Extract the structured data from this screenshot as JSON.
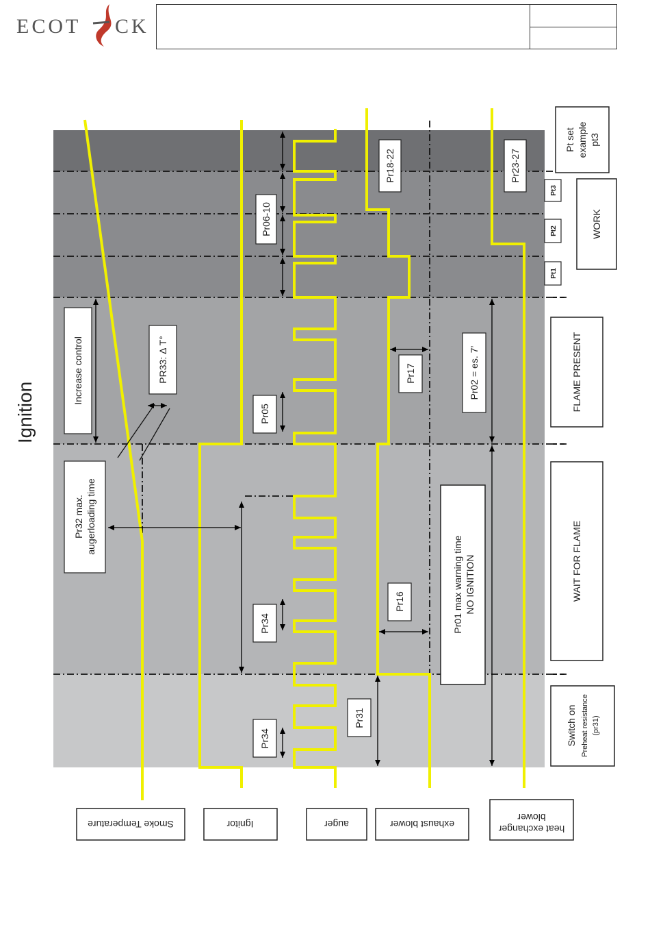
{
  "header": {
    "logo_left": "ECOT",
    "logo_right": "CK",
    "brand_color": "#c0392b"
  },
  "title": "Ignition",
  "phases": {
    "pt_set": [
      "Pt set",
      "example",
      "pt3"
    ],
    "work": "WORK",
    "pt3": "Pt3",
    "pt2": "Pt2",
    "pt1": "Pt1",
    "flame_present": "FLAME PRESENT",
    "wait_for_flame": "WAIT FOR FLAME",
    "switch_on": [
      "Switch on",
      "Preheat resistance",
      "(pr31)"
    ]
  },
  "parameters": {
    "pr06_10": "Pr06-10",
    "pr18_22": "Pr18-22",
    "pr23_27": "Pr23-27",
    "increase_control": "Increase control",
    "pr33": "PR33: Δ T°",
    "pr05": "Pr05",
    "pr17": "Pr17",
    "pr02": "Pr02 = es. 7’",
    "pr32": [
      "Pr32 max.",
      "augerloading time"
    ],
    "pr34_upper": "Pr34",
    "pr34_lower": "Pr34",
    "pr16": "Pr16",
    "pr01": [
      "Pr01 max warning time",
      "NO IGNITION"
    ],
    "pr31": "Pr31"
  },
  "signals": {
    "smoke_temperature": "Smoke Temperature",
    "ignitor": "Ignitor",
    "auger": "auger",
    "exhaust_blower": "exhaust blower",
    "heat_exchanger_blower": [
      "heat exchanger",
      "blower"
    ]
  },
  "colors": {
    "signal": "#f0f000",
    "band_work": "#6f7073",
    "band_work_zone": "#8a8b8e",
    "band_flame": "#a3a4a6",
    "band_wait": "#b4b5b7",
    "band_preheat": "#c7c8c9"
  }
}
